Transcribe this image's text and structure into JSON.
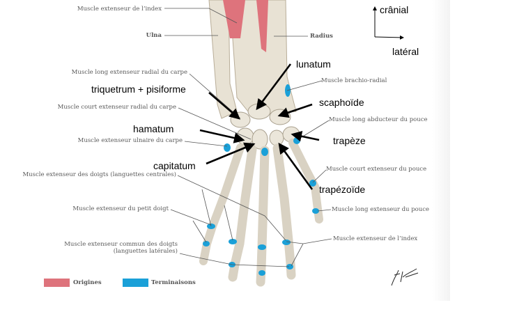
{
  "colors": {
    "origins": "#de737c",
    "terminations": "#1aa0d8",
    "bone": "#e8e2d4",
    "arrow": "#000000"
  },
  "orientation": {
    "up_label": "crânial",
    "right_label": "latéral"
  },
  "annotations": {
    "lunatum": "lunatum",
    "triquetrum": "triquetrum + pisiforme",
    "scaphoide": "scaphoïde",
    "hamatum": "hamatum",
    "trapeze": "trapèze",
    "capitatum": "capitatum",
    "trapezoide": "trapézoïde"
  },
  "labels": {
    "ext_index_top": "Muscle extenseur de l’index",
    "ulna": "Ulna",
    "radius": "Radius",
    "long_ext_radial": "Muscle long extenseur radial du carpe",
    "brachio_radial": "Muscle brachio-radial",
    "court_ext_radial": "Muscle court extenseur radial du carpe",
    "long_abducteur": "Muscle long abducteur du pouce",
    "ext_ulnaire": "Muscle extenseur ulnaire du carpe",
    "ext_doigts_centrales": "Muscle extenseur des doigts (languettes centrales)",
    "court_ext_pouce": "Muscle court extenseur du pouce",
    "long_ext_pouce": "Muscle long extenseur du pouce",
    "ext_petit_doigt": "Muscle extenseur du petit doigt",
    "ext_index_bottom": "Muscle extenseur de l’index",
    "ext_commun_1": "Muscle extenseur commun des doigts",
    "ext_commun_2": "(languettes latérales)"
  },
  "legend": {
    "origins": "Origines",
    "terminations": "Terminaisons"
  },
  "signature": "F. Netter"
}
